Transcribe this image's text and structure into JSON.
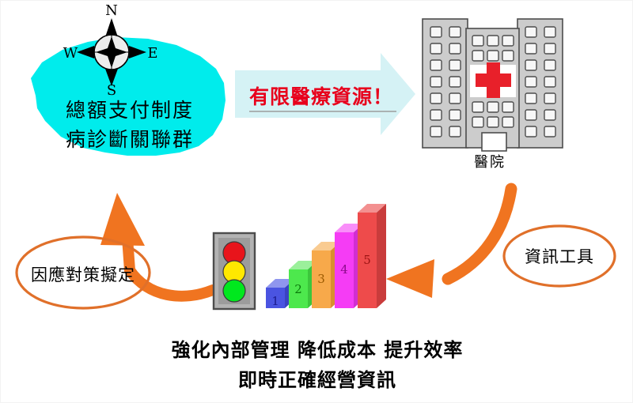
{
  "diagram": {
    "title_flow": "Hospital resource management concept flow",
    "cloud": {
      "label_line1": "總額支付制度",
      "label_line2": "病診斷關聯群",
      "fill_color": "#00ECEC",
      "text_color": "#000000"
    },
    "compass": {
      "north": "N",
      "south": "S",
      "east": "E",
      "west": "W",
      "icon": "compass-rose-icon"
    },
    "banner_arrow": {
      "text": "有限醫療資源！",
      "fill_color": "#D5F2F5",
      "text_color": "#E8001C",
      "underline_color": "#9C9C9C",
      "direction": "right"
    },
    "hospital": {
      "label": "醫院",
      "body_color": "#CCCCCC",
      "outline_color": "#4D4D4D",
      "window_color": "#F7F7F7",
      "cross_color": "#E8202A",
      "cross_panel_color": "#FFFFFF",
      "side_window_rows": 7,
      "side_window_cols": 2,
      "center_window_cols": 3,
      "door": "entrance-door"
    },
    "ellipse_left": {
      "label": "因應對策擬定",
      "stroke_color": "#E0702A",
      "text_color": "#000000"
    },
    "ellipse_right": {
      "label": "資訊工具",
      "stroke_color": "#E0702A",
      "text_color": "#000000"
    },
    "arrows": {
      "color": "#F07420",
      "left_label": "up-arrow-to-cloud",
      "right_label": "curved-arrow-from-hospital"
    },
    "traffic_light": {
      "icon": "traffic-light-icon",
      "housing_color": "#B3B3B3",
      "frame_color": "#808080",
      "lights": [
        {
          "name": "red-light",
          "color": "#E8141B"
        },
        {
          "name": "yellow-light",
          "color": "#FFE800"
        },
        {
          "name": "green-light",
          "color": "#00E81E"
        }
      ]
    },
    "footer": {
      "line1": "強化內部管理 降低成本 提升效率",
      "line2": "即時正確經營資訊",
      "text_color": "#000000"
    }
  },
  "chart_data": {
    "type": "bar",
    "title": "",
    "xlabel": "",
    "ylabel": "",
    "categories": [
      "1",
      "2",
      "3",
      "4",
      "5"
    ],
    "values": [
      1,
      2,
      3,
      4,
      5
    ],
    "labels": [
      "1",
      "2",
      "3",
      "4",
      "5"
    ],
    "ylim": [
      0,
      5
    ],
    "grid": false,
    "legend": "none",
    "style": "3d-column",
    "colors": [
      "#4A54E1",
      "#4DE84D",
      "#F5A council",
      "#F53CF5",
      "#EE4B4B"
    ],
    "bar_colors": [
      "#4A54E1",
      "#4DE84D",
      "#F7A94A",
      "#F53CF5",
      "#EE4B4B"
    ],
    "bar_top_colors": [
      "#8F96EE",
      "#9BF09B",
      "#F9CB91",
      "#F98EF9",
      "#F39090"
    ],
    "bar_side_colors": [
      "#3A43C2",
      "#3CC63C",
      "#D98E30",
      "#D12ED1",
      "#C93C3C"
    ],
    "label_colors": [
      "#1A1A8C",
      "#0A7A0A",
      "#9C5A00",
      "#8C0A8C",
      "#9C1414"
    ]
  }
}
